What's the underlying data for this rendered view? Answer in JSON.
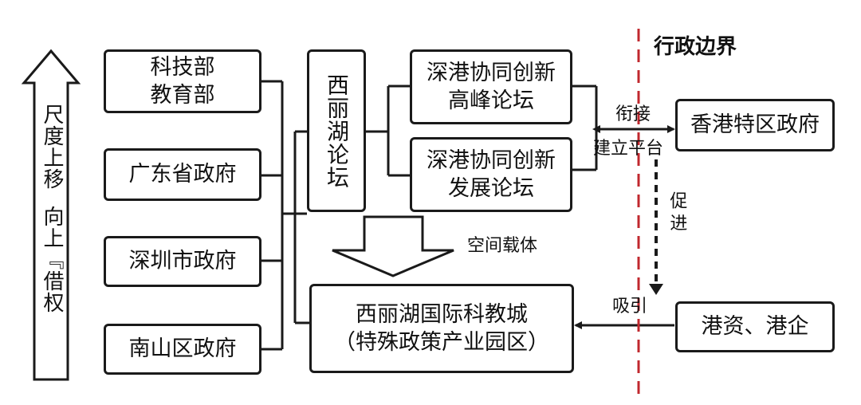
{
  "left_arrow": {
    "line1": "尺度上移",
    "line2": "向上『借权"
  },
  "gov_boxes": {
    "box1": {
      "line1": "科技部",
      "line2": "教育部"
    },
    "box2": "广东省政府",
    "box3": "深圳市政府",
    "box4": "南山区政府"
  },
  "forum": "西丽湖论坛",
  "sub_forums": {
    "forum1": {
      "line1": "深港协同创新",
      "line2": "高峰论坛"
    },
    "forum2": {
      "line1": "深港协同创新",
      "line2": "发展论坛"
    }
  },
  "science_city": {
    "line1": "西丽湖国际科教城",
    "line2": "（特殊政策产业园区）"
  },
  "hk_gov": "香港特区政府",
  "hk_capital": "港资、港企",
  "labels": {
    "boundary": "行政边界",
    "connect": "衔接",
    "platform": "建立平台",
    "promote": "促进",
    "space_carrier": "空间载体",
    "attract": "吸引"
  },
  "colors": {
    "boundary_line": "#c0282e",
    "stroke": "#1a1a1a"
  }
}
